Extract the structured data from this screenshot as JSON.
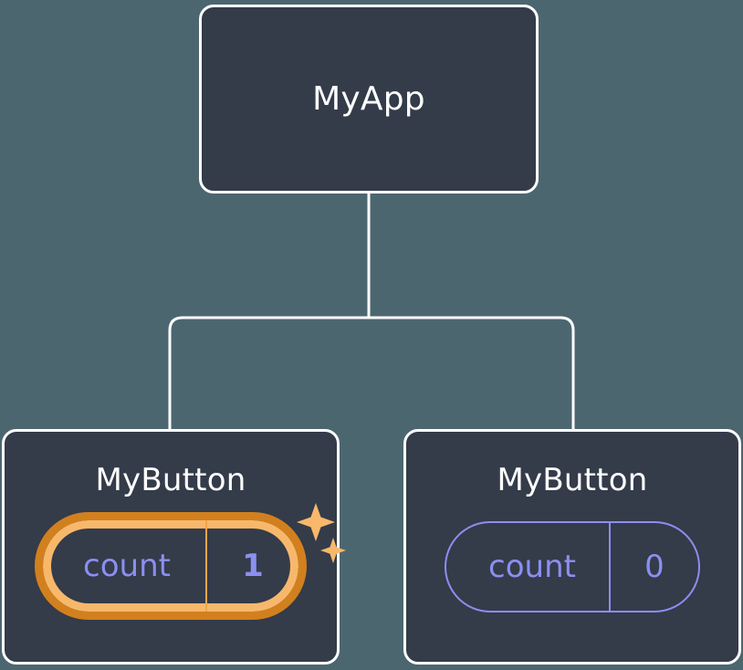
{
  "diagram": {
    "type": "component-tree",
    "background_color": "#4c6670",
    "node_fill_color": "#343b49",
    "node_border_color": "#ffffff",
    "accent_color": "#8b8ff0",
    "highlight_outer_color": "#d2801e",
    "highlight_inner_color": "#f8b86b",
    "sparkle_color": "#f8b86b"
  },
  "root": {
    "title": "MyApp"
  },
  "children": [
    {
      "title": "MyButton",
      "state": {
        "key": "count",
        "value": "1"
      },
      "highlighted": true,
      "sparkles": true
    },
    {
      "title": "MyButton",
      "state": {
        "key": "count",
        "value": "0"
      },
      "highlighted": false,
      "sparkles": false
    }
  ]
}
